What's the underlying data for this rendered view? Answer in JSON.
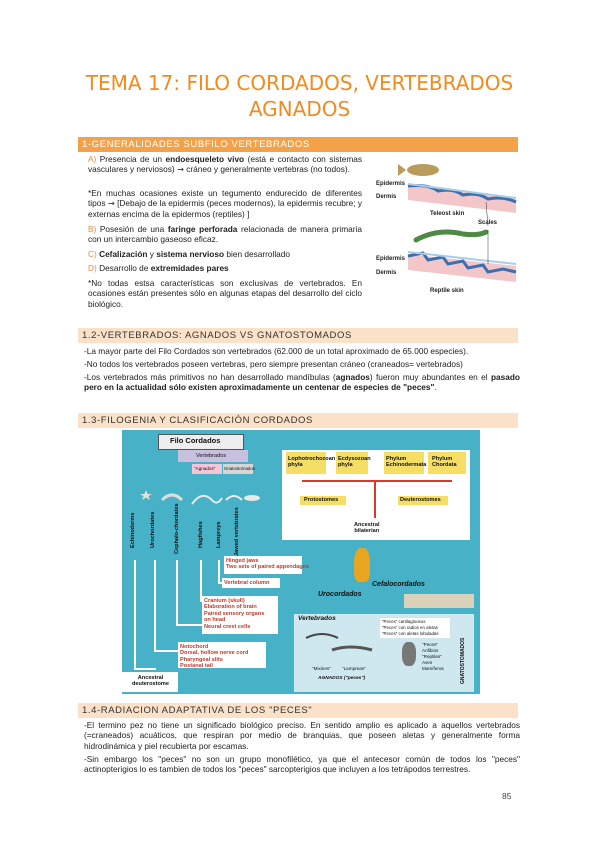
{
  "title_line1": "TEMA 17: FILO CORDADOS, VERTEBRADOS",
  "title_line2": "AGNADOS",
  "sec1": {
    "heading": "1-GENERALIDADES SUBFILO VERTEBRADOS",
    "a_letter": "A)",
    "a_pre": " Presencia de un ",
    "a_bold": "endoesqueleto vivo",
    "a_post": " (está e contacto con sistemas vasculares y nerviosos) ",
    "a_arrow": "→",
    "a_end": " cráneo y generalmente vertebras (no todos).",
    "note1": "*En muchas ocasiones existe un tegumento endurecido de diferentes tipos ",
    "note1_arrow": "→",
    "note1_end": " [Debajo de la epidermis (peces modernos), la epidermis recubre; y externas encima de la epidermos (reptiles) ]",
    "b_letter": "B)",
    "b_pre": " Posesión de una ",
    "b_bold": "faringe perforada",
    "b_post": " relacionada de manera primaria con un intercambio gaseoso eficaz.",
    "c_letter": "C)",
    "c_bold1": "Cefalización",
    "c_mid": " y ",
    "c_bold2": "sistema nervioso",
    "c_post": " bien desarrollado",
    "d_letter": "D)",
    "d_pre": " Desarrollo de ",
    "d_bold": "extremidades pares",
    "note2": "*No todas estsa características son exclusivas de vertebrados. En ocasiones están presentes sólo en algunas etapas del desarrollo del ciclo biológico."
  },
  "skin_fig": {
    "epidermis1": "Epidermis",
    "dermis1": "Dermis",
    "teleost": "Teleost skin",
    "scales": "Scales",
    "epidermis2": "Epidermis",
    "dermis2": "Dermis",
    "reptile": "Reptile skin"
  },
  "sec12": {
    "heading": "1.2-VERTEBRADOS: AGNADOS VS GNATOSTOMADOS",
    "p1": "-La mayor parte del Filo Cordados son vertebrados (62.000 de un total aproximado de 65.000 especies).",
    "p2": "-No todos los vertebrados poseen vertebras, pero siempre presentan cráneo (craneados= vertebrados)",
    "p3_pre": "-Los vertebrados más primitivos no han desarrollado mandíbulas (",
    "p3_bold1": "agnados",
    "p3_mid": ") fueron muy abundantes en el ",
    "p3_bold2": "pasado pero en la actualidad sólo existen aproximadamente un centenar de especies de \"peces\"",
    "p3_end": "."
  },
  "sec13": {
    "heading": "1.3-FILOGENIA Y CLASIFICACIÓN CORDADOS"
  },
  "phylo": {
    "filo_cordados": "Filo Cordados",
    "vertebrados_box": "Vertebrados",
    "agnados_box": "\"Agnados\"",
    "gnatostomados_box": "Gnatostomados",
    "cols": [
      "Echinoderms",
      "Urochordates",
      "Cephalo-chordates",
      "Hagfishes",
      "Lampreys",
      "Jawed vertebrates"
    ],
    "hinged": "Hinged jaws\nTwo sets of paired appendages",
    "vertebral": "Vertebral column",
    "cranium": "Cranium (skull)\nElaboration of brain\nPaired sensory organs\non head\nNeural crest cells",
    "notochord": "Notochord\nDorsal, hollow nerve cord\nPharyngeal slits\nPostanal tail",
    "ancestral_deut": "Ancestral\ndeuterostome",
    "lopho": "Lophotrochozoan\nphyla",
    "ecdy": "Ecdysozoan\nphyla",
    "echino": "Phylum\nEchinodermata",
    "chordata": "Phylum\nChordata",
    "protostomes": "Protostomes",
    "deuterostomes": "Deuterostomes",
    "ancestral_bil": "Ancestral\nbilaterian",
    "cefalocordados": "Cefalocordados",
    "urocordados": "Urocordados",
    "vertebrados_lbl": "Vertebrados",
    "peces_cart": "\"Peces\" cartilaginosos",
    "peces_radios": "\"Peces\" con radios en aletas",
    "peces_lob": "\"Peces\" con aletas lobuladas",
    "gnatos_vert": "GNATOSTOMADOS",
    "peces": "\"Peces\"",
    "anfibios": "Anfibios",
    "reptiles": "\"Reptiles\"",
    "aves": "Aves",
    "mamiferos": "Mamíferos",
    "mixines": "\"Mixines\"",
    "lampreas": "\"Lampreas\"",
    "agnados_peces": "AGNADOS (\"peces\")"
  },
  "sec14": {
    "heading": "1.4-RADIACION ADAPTATIVA DE LOS \"PECES\"",
    "p1": "-El termino pez no tiene un significado biológico preciso. En sentido amplio es aplicado a aquellos vertebrados (=craneados) acuáticos, que respiran por medio de branquias, que poseen aletas y generalmente forma hidrodinámica y piel recubierta por escamas.",
    "p2": "-Sin embargo los \"peces\" no son un grupo monofilético, ya que el antecesor común de todos los \"peces\" actinopterigios lo es tambien de todos los \"peces\" sarcopterigios que incluyen a los tetrápodos terrestres."
  },
  "page_number": "85",
  "colors": {
    "accent": "#f28a1e",
    "band": "#f4a24a",
    "band_pale": "#fbe1c7",
    "figure_bg": "#46b1c7"
  }
}
